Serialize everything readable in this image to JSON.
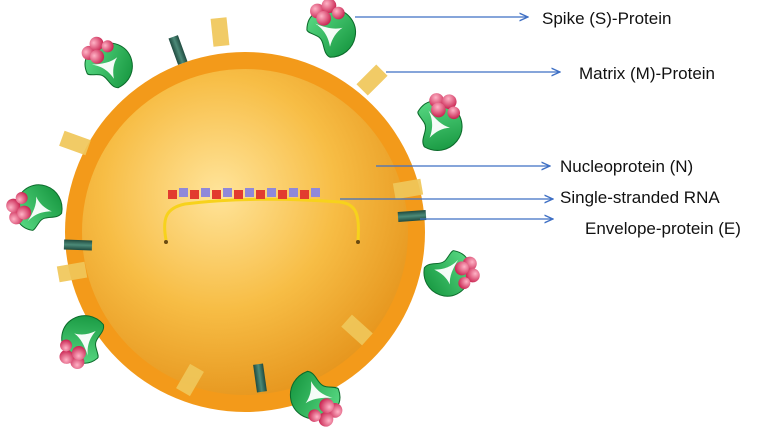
{
  "labels": {
    "spike": "Spike (S)-Protein",
    "matrix": "Matrix (M)-Protein",
    "nucleo": "Nucleoprotein (N)",
    "rna": "Single-stranded RNA",
    "envelope": "Envelope-protein (E)"
  },
  "colors": {
    "envelope_ring": "#f39a1a",
    "core_light": "#ffd277",
    "core_dark": "#e49a1c",
    "spike_green": "#19b84e",
    "spike_pink": "#e2456f",
    "matrix_tan": "#f0c75a",
    "e_protein": "#2d5f52",
    "rna_line": "#f7d21c",
    "nucleo_red": "#e23b2f",
    "nucleo_violet": "#8f88d9",
    "arrow": "#3e6fc4"
  },
  "icons": {
    "spike": "spike-protein-icon",
    "matrix": "matrix-protein-icon",
    "envelope": "envelope-protein-icon",
    "nucleo": "nucleoprotein-bead-icon"
  }
}
